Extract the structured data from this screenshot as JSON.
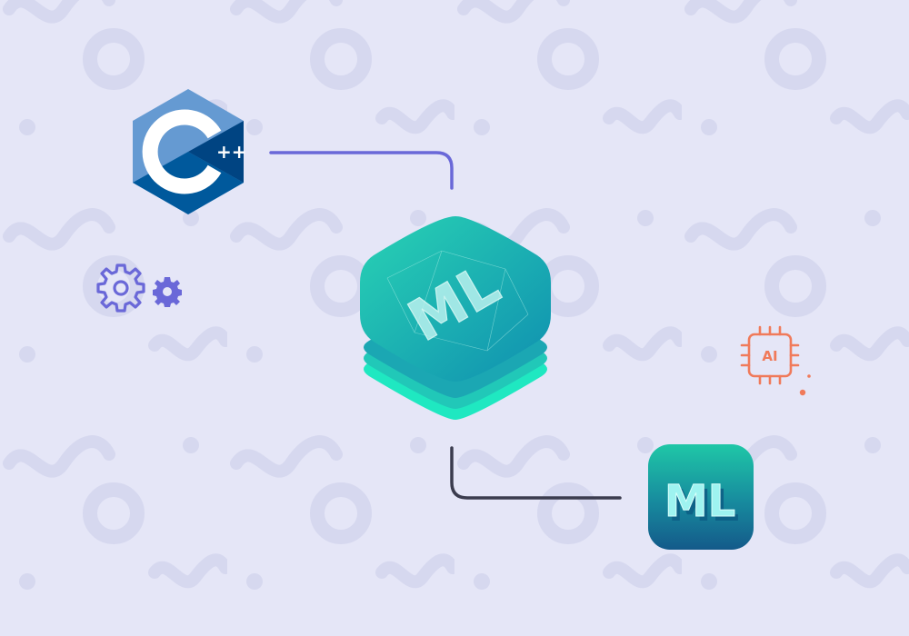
{
  "diagram": {
    "nodes": {
      "cpp_logo": {
        "label": "C",
        "superscript": "++"
      },
      "coreml_center": {
        "label": "ML"
      },
      "createml_app": {
        "label": "ML"
      },
      "ai_chip": {
        "label": "AI"
      }
    },
    "colors": {
      "background": "#e5e6f7",
      "pattern": "#d5d7ee",
      "connector_top": "#6a68d8",
      "connector_bottom": "#3b3c4e",
      "gear": "#6a68d8",
      "ai_chip": "#f07a5a",
      "cpp_light": "#659ad2",
      "cpp_dark": "#00599c",
      "ml_teal": "#1fd6b0",
      "ml_blue": "#145a8a"
    },
    "icons": [
      "cpp-logo-icon",
      "gear-outline-icon",
      "gear-solid-icon",
      "coreml-icon",
      "createml-icon",
      "ai-chip-icon"
    ]
  }
}
